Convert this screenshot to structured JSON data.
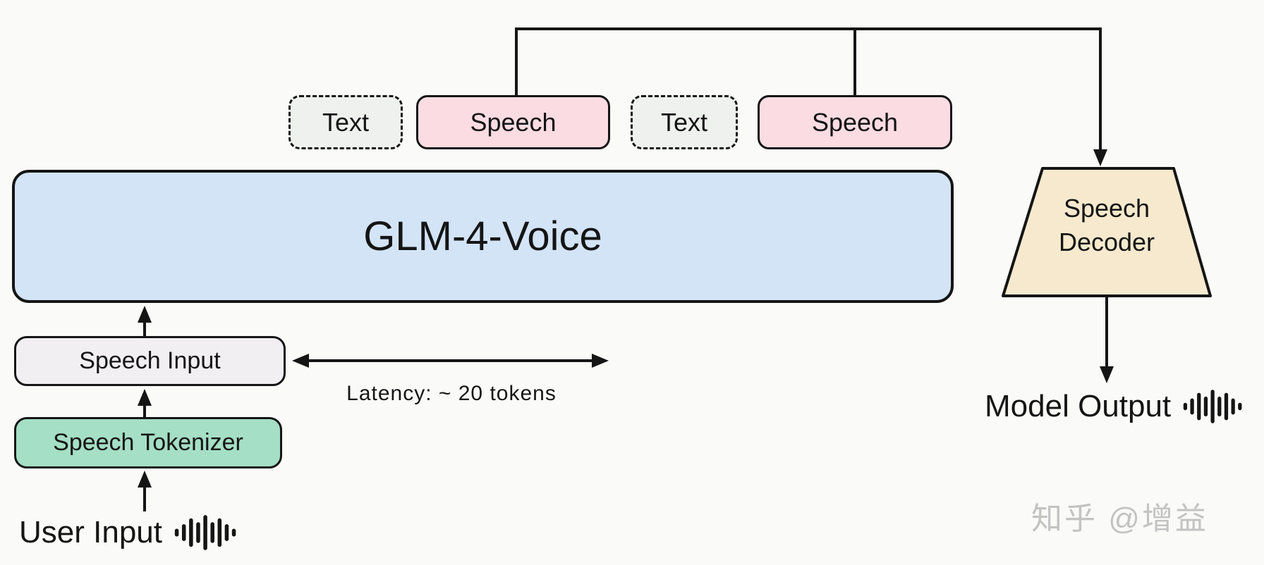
{
  "tokens": [
    {
      "label": "Text",
      "type": "text"
    },
    {
      "label": "Speech",
      "type": "speech"
    },
    {
      "label": "Text",
      "type": "text"
    },
    {
      "label": "Speech",
      "type": "speech"
    }
  ],
  "model": {
    "label": "GLM-4-Voice"
  },
  "pipeline": {
    "speech_input": "Speech Input",
    "speech_tokenizer": "Speech Tokenizer",
    "user_input": "User Input"
  },
  "output": {
    "speech_decoder_line1": "Speech",
    "speech_decoder_line2": "Decoder",
    "model_output": "Model Output"
  },
  "annotations": {
    "latency": "Latency: ~ 20 tokens",
    "watermark": "知乎 @增益"
  },
  "icons": {
    "user_input": "waveform-icon",
    "model_output": "waveform-icon"
  },
  "colors": {
    "model_box": "#d3e4f7",
    "speech_token": "#fbdce2",
    "text_token": "#eff1ef",
    "speech_input_box": "#f1eff2",
    "speech_tokenizer_box": "#a5dfc5",
    "speech_decoder_trapezoid": "#f6e9cd",
    "line": "#151515",
    "watermark": "#c3c3c3"
  }
}
